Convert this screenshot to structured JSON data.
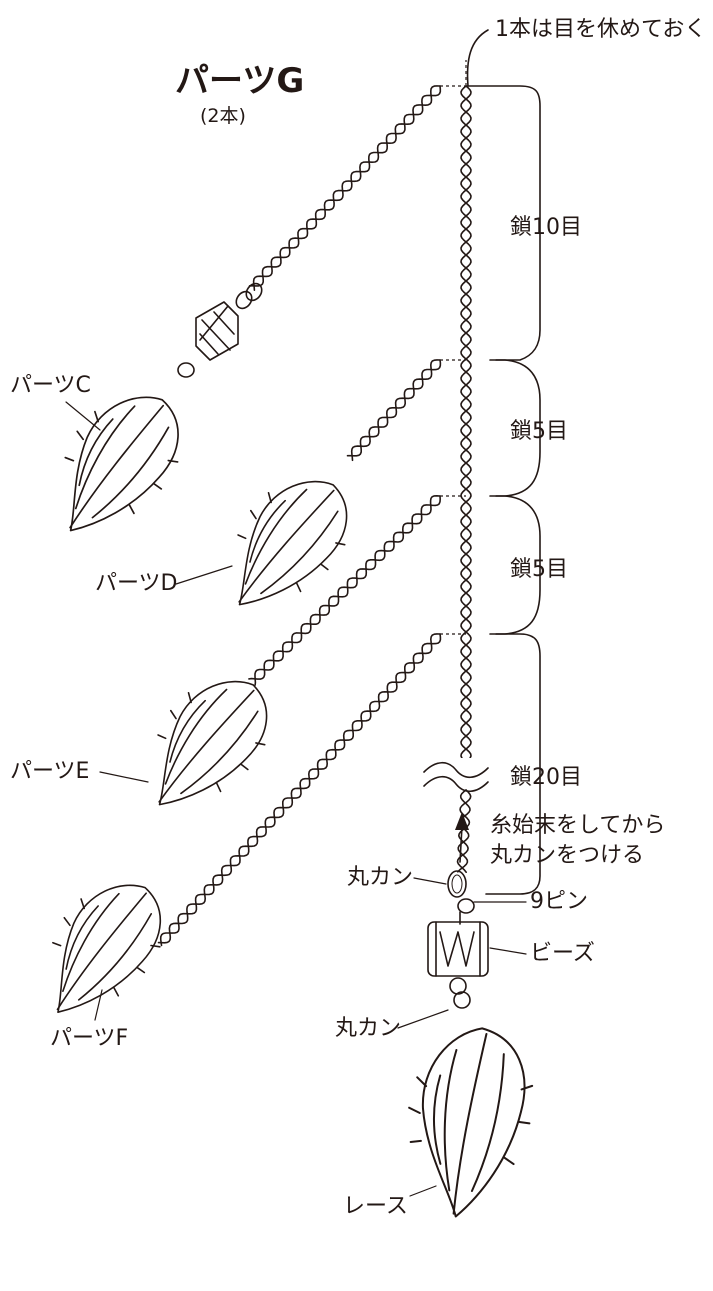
{
  "title": "パーツG",
  "title_sub": "(2本)",
  "top_note": "1本は目を休めておく",
  "chain_labels": [
    "鎖10目",
    "鎖5目",
    "鎖5目",
    "鎖20目"
  ],
  "part_labels": [
    "パーツC",
    "パーツD",
    "パーツE",
    "パーツF"
  ],
  "finish_note_line1": "糸始末をしてから",
  "finish_note_line2": "丸カンをつける",
  "components": {
    "ring_top": "丸カン",
    "pin": "9ピン",
    "bead": "ビーズ",
    "ring_bottom": "丸カン",
    "lace": "レース"
  }
}
